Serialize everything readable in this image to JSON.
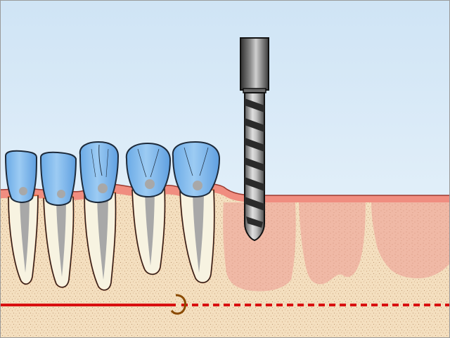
{
  "scene": {
    "description_labels": [],
    "teeth": [
      {
        "id": "tooth-1"
      },
      {
        "id": "tooth-2"
      },
      {
        "id": "tooth-3"
      },
      {
        "id": "tooth-4"
      },
      {
        "id": "tooth-5"
      }
    ],
    "tool": "drill-bit",
    "nerve_line": {
      "style_left": "solid",
      "style_right": "dashed"
    }
  },
  "colors": {
    "sky_top": "#e6f2fb",
    "sky_bottom": "#d4e8f6",
    "gum": "#f08d80",
    "gum_edge": "#9b3a30",
    "bone": "#f4dfbf",
    "bone_dots": "#b88c64",
    "socket": "#f0b9a6",
    "crown": "#7fb8ec",
    "crown_light": "#cfe5fb",
    "root": "#f7f3e1",
    "pulp": "#a8a8a8",
    "drill_dark": "#3a3a3a",
    "drill_light": "#d8d8d8",
    "nerve": "#d81010",
    "nerve_hook": "#8a4a00"
  }
}
